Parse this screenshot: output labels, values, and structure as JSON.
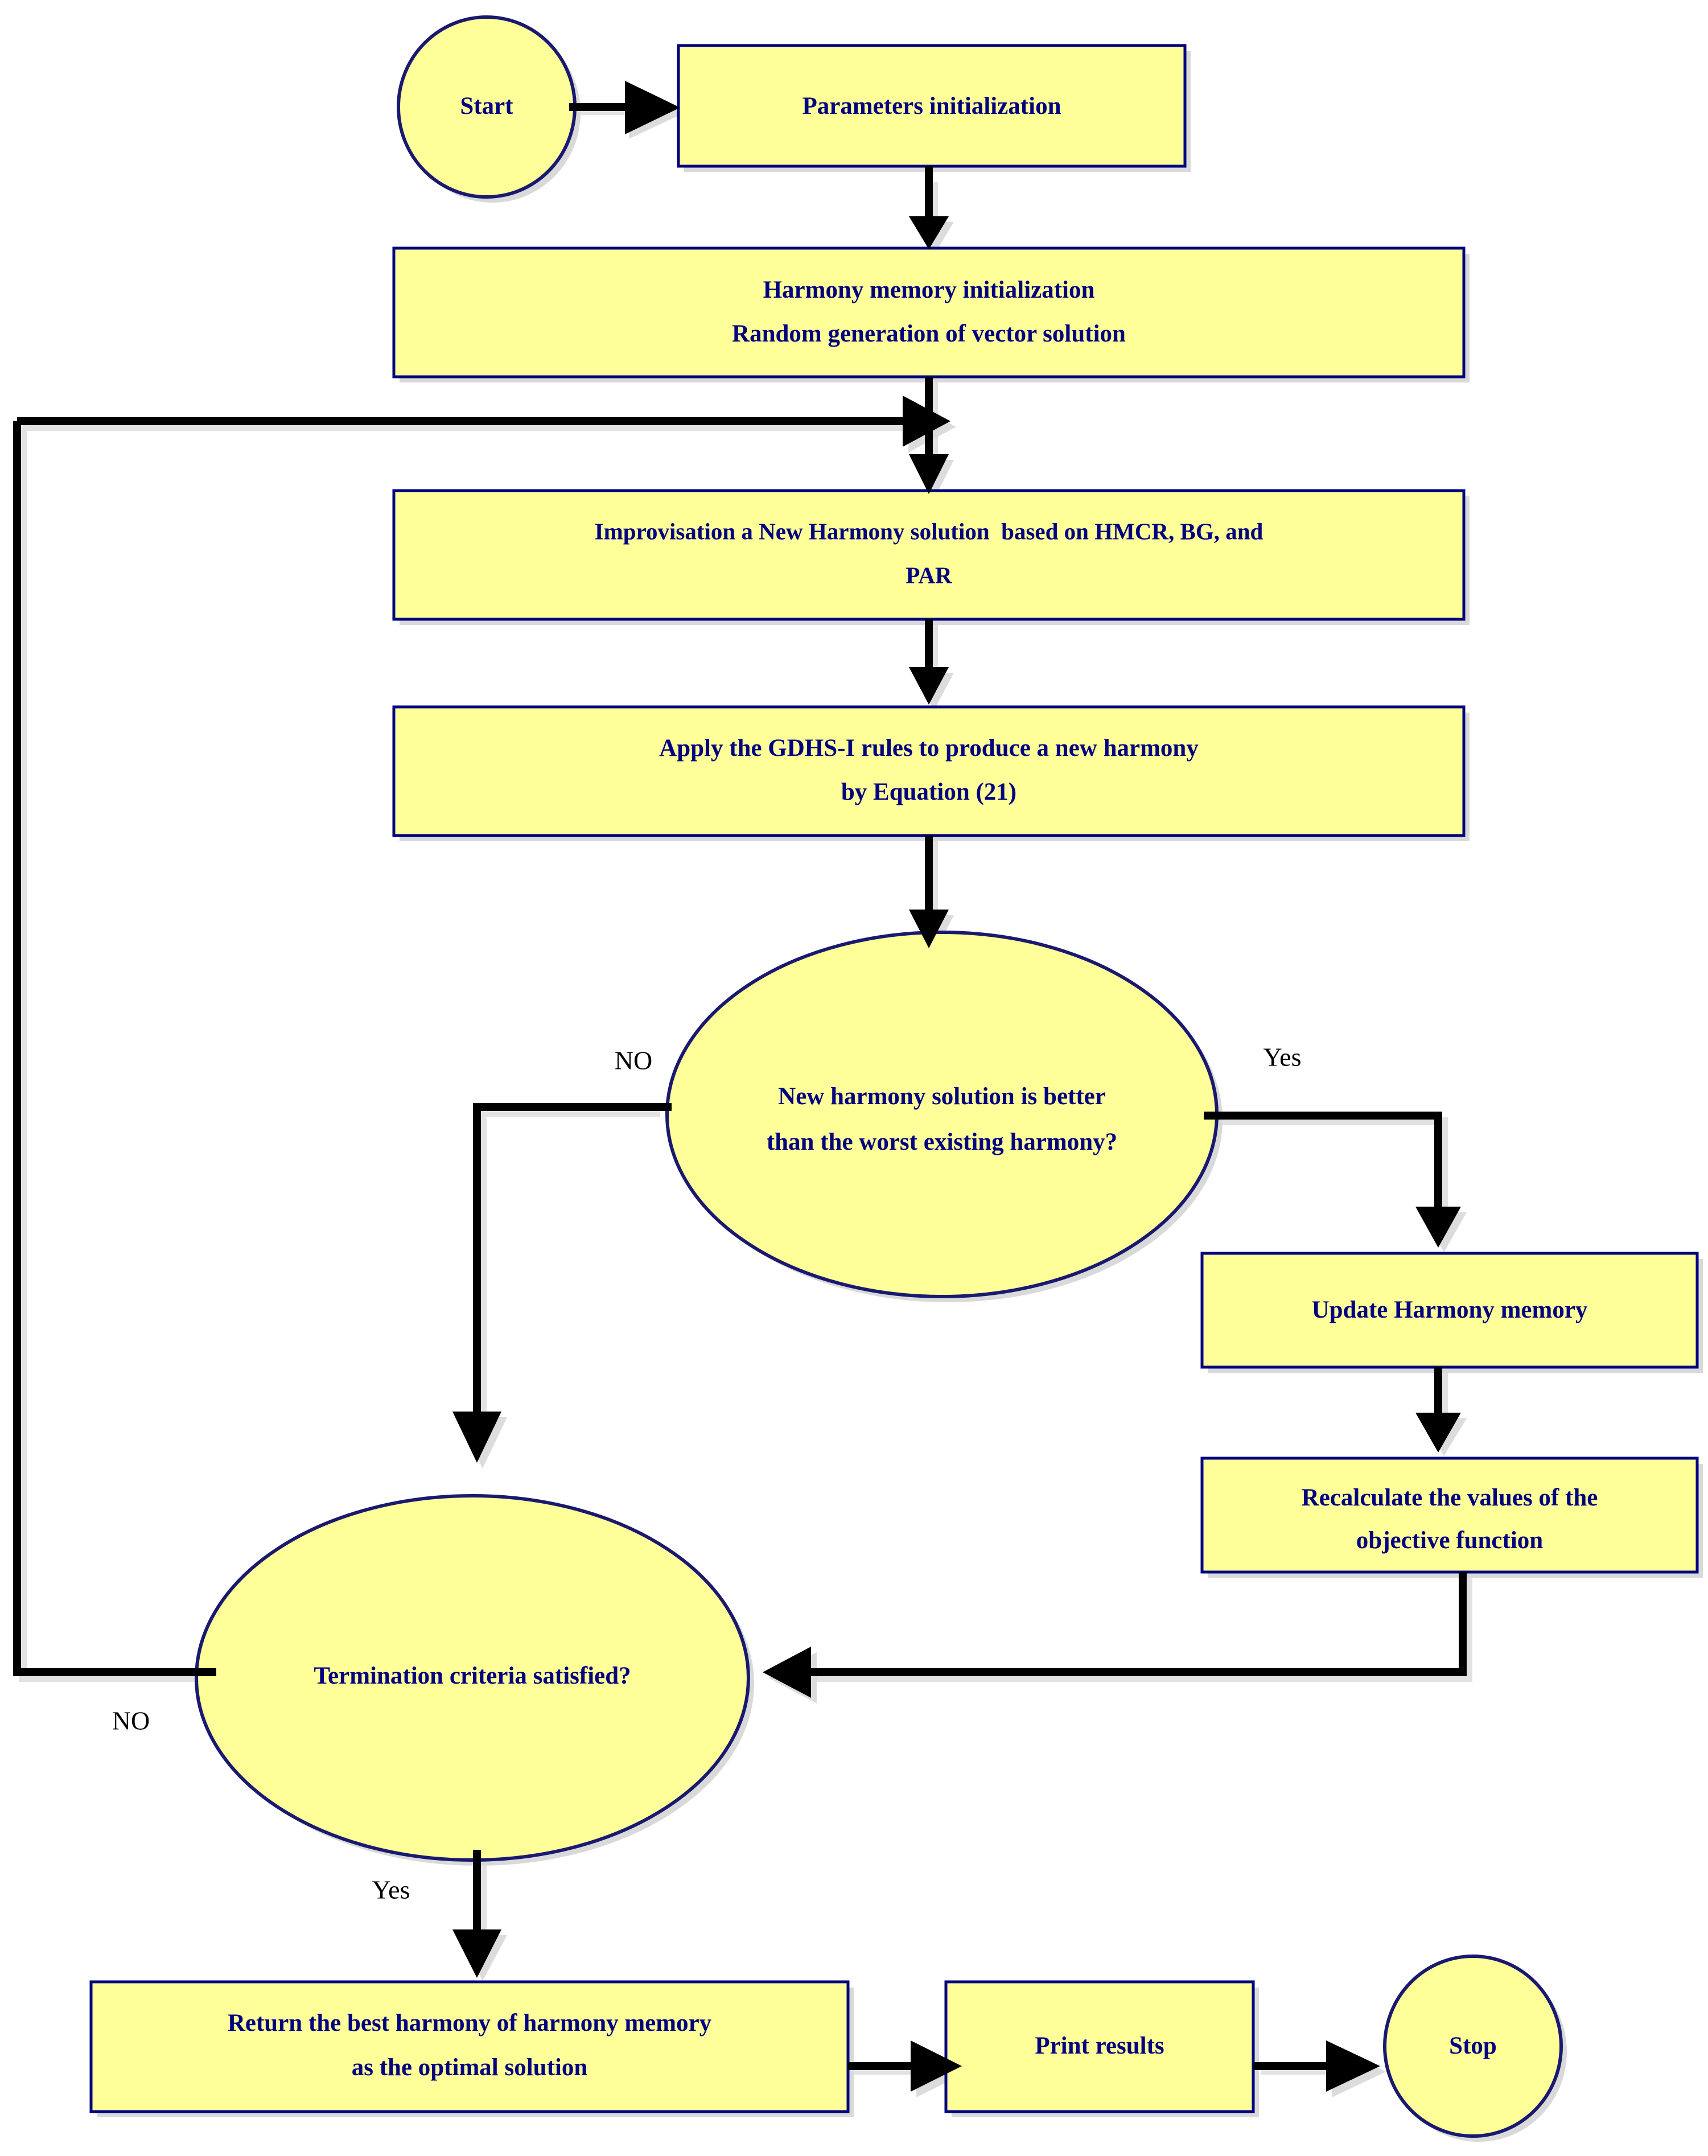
{
  "diagram": {
    "title": "GDHS-I Harmony Search Algorithm Flowchart",
    "type": "flowchart",
    "background_color": "#FFFFFF",
    "node_fill_color": "#FFFF99",
    "node_border_color": "#000080",
    "node_text_color": "#000080",
    "branch_label_color": "#000000",
    "connector_color": "#000000",
    "connector_shadow_color": "#E2E2E2"
  },
  "nodes": {
    "start": {
      "id": "start",
      "shape": "ellipse",
      "label": "Start"
    },
    "params_init": {
      "id": "params_init",
      "shape": "rectangle",
      "label": "Parameters initialization"
    },
    "harmony_memory_init": {
      "id": "harmony_memory_init",
      "shape": "rectangle",
      "line1": "Harmony memory initialization",
      "line2": "Random generation of vector solution"
    },
    "improvisation": {
      "id": "improvisation",
      "shape": "rectangle",
      "line1": "Improvisation a New Harmony solution  based on HMCR, BG, and",
      "line2": "PAR"
    },
    "apply_gdhs": {
      "id": "apply_gdhs",
      "shape": "rectangle",
      "line1": "Apply the GDHS-I rules to produce a new harmony",
      "line2": "by Equation (21)"
    },
    "decision_better": {
      "id": "decision_better",
      "shape": "ellipse",
      "line1": "New harmony solution is better",
      "line2": "than the worst existing harmony?"
    },
    "update_memory": {
      "id": "update_memory",
      "shape": "rectangle",
      "label": "Update Harmony memory"
    },
    "recalculate": {
      "id": "recalculate",
      "shape": "rectangle",
      "line1": "Recalculate the values of the",
      "line2": "objective function"
    },
    "decision_termination": {
      "id": "decision_termination",
      "shape": "ellipse",
      "label": "Termination criteria satisfied?"
    },
    "return_best": {
      "id": "return_best",
      "shape": "rectangle",
      "line1": "Return the best harmony of harmony memory",
      "line2": "as the optimal solution"
    },
    "print_results": {
      "id": "print_results",
      "shape": "rectangle",
      "label": "Print results"
    },
    "stop": {
      "id": "stop",
      "shape": "ellipse",
      "label": "Stop"
    }
  },
  "branch_labels": {
    "decision_better_no": "NO",
    "decision_better_yes": "Yes",
    "decision_termination_no": "NO",
    "decision_termination_yes": "Yes"
  },
  "edges": [
    {
      "from": "start",
      "to": "params_init",
      "label": ""
    },
    {
      "from": "params_init",
      "to": "harmony_memory_init",
      "label": ""
    },
    {
      "from": "harmony_memory_init",
      "to": "improvisation",
      "label": ""
    },
    {
      "from": "improvisation",
      "to": "apply_gdhs",
      "label": ""
    },
    {
      "from": "apply_gdhs",
      "to": "decision_better",
      "label": ""
    },
    {
      "from": "decision_better",
      "to": "decision_termination",
      "label": "NO"
    },
    {
      "from": "decision_better",
      "to": "update_memory",
      "label": "Yes"
    },
    {
      "from": "update_memory",
      "to": "recalculate",
      "label": ""
    },
    {
      "from": "recalculate",
      "to": "decision_termination",
      "label": ""
    },
    {
      "from": "decision_termination",
      "to": "improvisation",
      "label": "NO"
    },
    {
      "from": "decision_termination",
      "to": "return_best",
      "label": "Yes"
    },
    {
      "from": "return_best",
      "to": "print_results",
      "label": ""
    },
    {
      "from": "print_results",
      "to": "stop",
      "label": ""
    }
  ]
}
